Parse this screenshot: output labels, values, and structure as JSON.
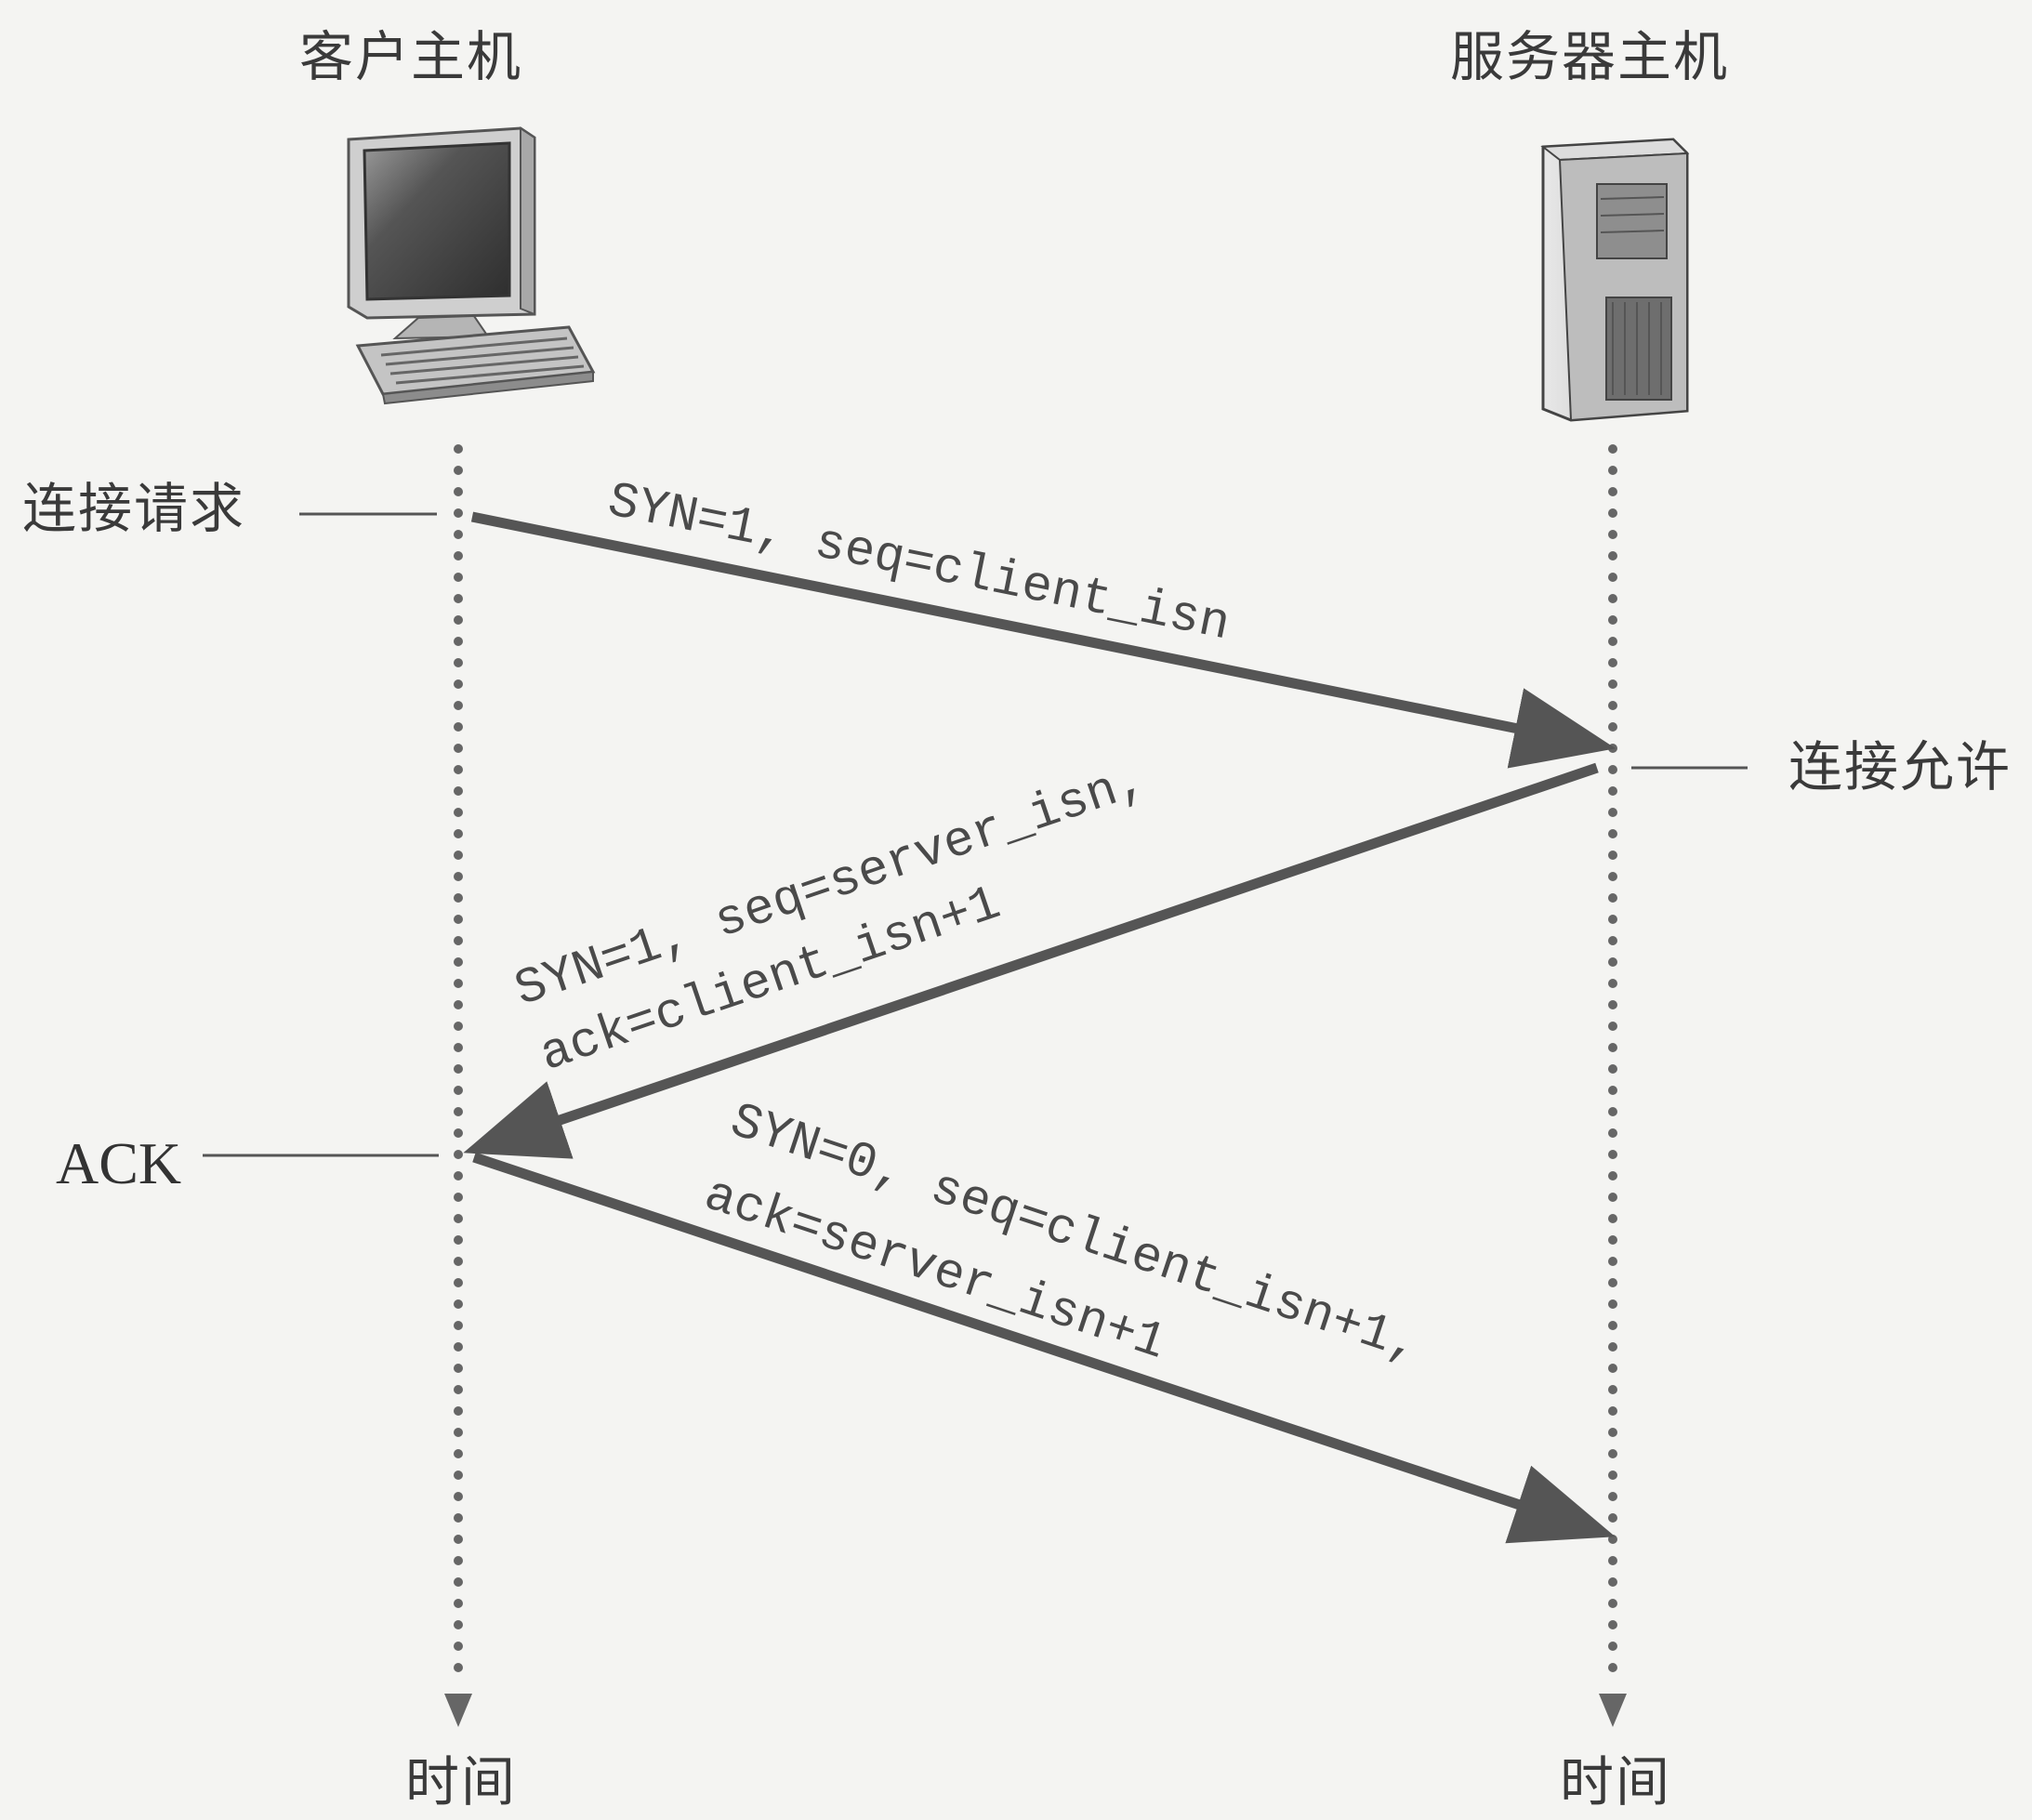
{
  "client": {
    "title": "客户主机",
    "time_label": "时间"
  },
  "server": {
    "title": "服务器主机",
    "time_label": "时间"
  },
  "events": {
    "conn_request": "连接请求",
    "conn_granted": "连接允许",
    "ack": "ACK"
  },
  "messages": [
    {
      "lines": [
        "SYN=1, seq=client_isn"
      ]
    },
    {
      "lines": [
        "SYN=1, seq=server_isn,",
        "ack=client_isn+1"
      ]
    },
    {
      "lines": [
        "SYN=0, seq=client_isn+1,",
        "ack=server_isn+1"
      ]
    }
  ],
  "colors": {
    "arrow": "#555555",
    "timeline": "#666666",
    "text": "#3a3a3a"
  }
}
